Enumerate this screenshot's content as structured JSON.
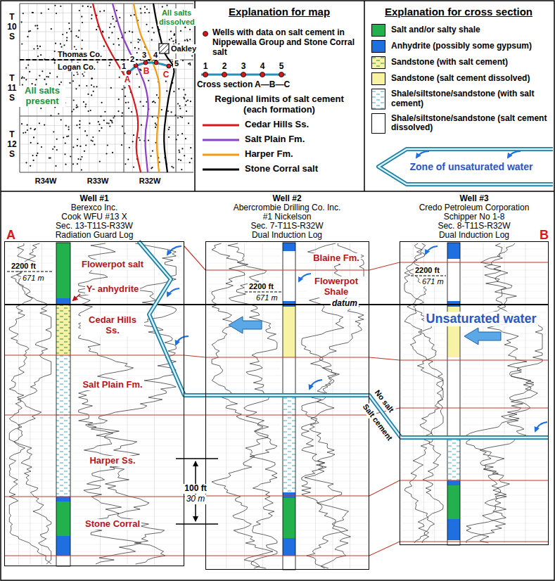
{
  "diagram": {
    "nodes": [
      {
        "text": [
          "Well #1",
          "Berexco Inc.",
          "Cook WFU #13 X",
          "Sec. 13-T11S-R33W",
          "Radiation Guard Log",
          "2200 ft",
          "671 m",
          "Flowerpot salt",
          "Y- anhydrite",
          "Cedar Hills Ss.",
          "Salt Plain Fm.",
          "Harper Ss.",
          "Stone Corral"
        ]
      },
      {
        "text": [
          "Well #2",
          "Abercrombie Drilling Co. Inc.",
          "#1 Nickelson",
          "Sec. 7-T11S-R32W",
          "Dual Induction Log",
          "2200 ft",
          "671 m",
          "Blaine Fm.",
          "Flowerpot Shale"
        ]
      },
      {
        "text": [
          "Well #3",
          "Credo Petroleum Corporation",
          "Schipper No 1-8",
          "Sec. 8-T11S-R32W",
          "Dual Induction Log",
          "2200 ft",
          "671 m",
          "Unsaturated water"
        ]
      }
    ],
    "labels": [
      "T 10 S",
      "Thomas Co.",
      "Logan Co.",
      "T 11 S",
      "T 12 S",
      "R34W",
      "R33W",
      "R32W",
      "All salts dissolved",
      "All salts present",
      "Oakley",
      "1",
      "2",
      "3",
      "4",
      "5",
      "A",
      "B",
      "C",
      "Explanation for map",
      "1",
      "2",
      "3",
      "4",
      "5",
      "Regional limits of salt cement (each formation)",
      "Explanation for cross section",
      "A",
      "B",
      "datum",
      "No salt",
      "Salt cement",
      "100 ft",
      "30 m"
    ],
    "legend": [
      {
        "text": "Wells with data on salt cement in Nippewalla Group and Stone Corral salt"
      },
      {
        "text": "Cross section A—B—C"
      },
      {
        "text": "Cedar Hills Ss."
      },
      {
        "text": "Salt Plain Fm."
      },
      {
        "text": "Harper Fm."
      },
      {
        "text": "Stone Corral salt"
      },
      {
        "text": "Salt and/or salty shale",
        "color": "#22b14c"
      },
      {
        "text": "Anhydrite (possibly some gypsum)",
        "color": "#1f6fe0"
      },
      {
        "text": "Sandstone (with salt cement)"
      },
      {
        "text": "Sandstone (salt cement dissolved)",
        "color": "#f8f3a4"
      },
      {
        "text": "Shale/siltstone/sandstone (with salt cement)"
      },
      {
        "text": "Shale/siltstone/sandstone (salt cement dissolved)",
        "color": "#ffffff"
      },
      {
        "text": "Zone of unsaturated water"
      }
    ]
  }
}
